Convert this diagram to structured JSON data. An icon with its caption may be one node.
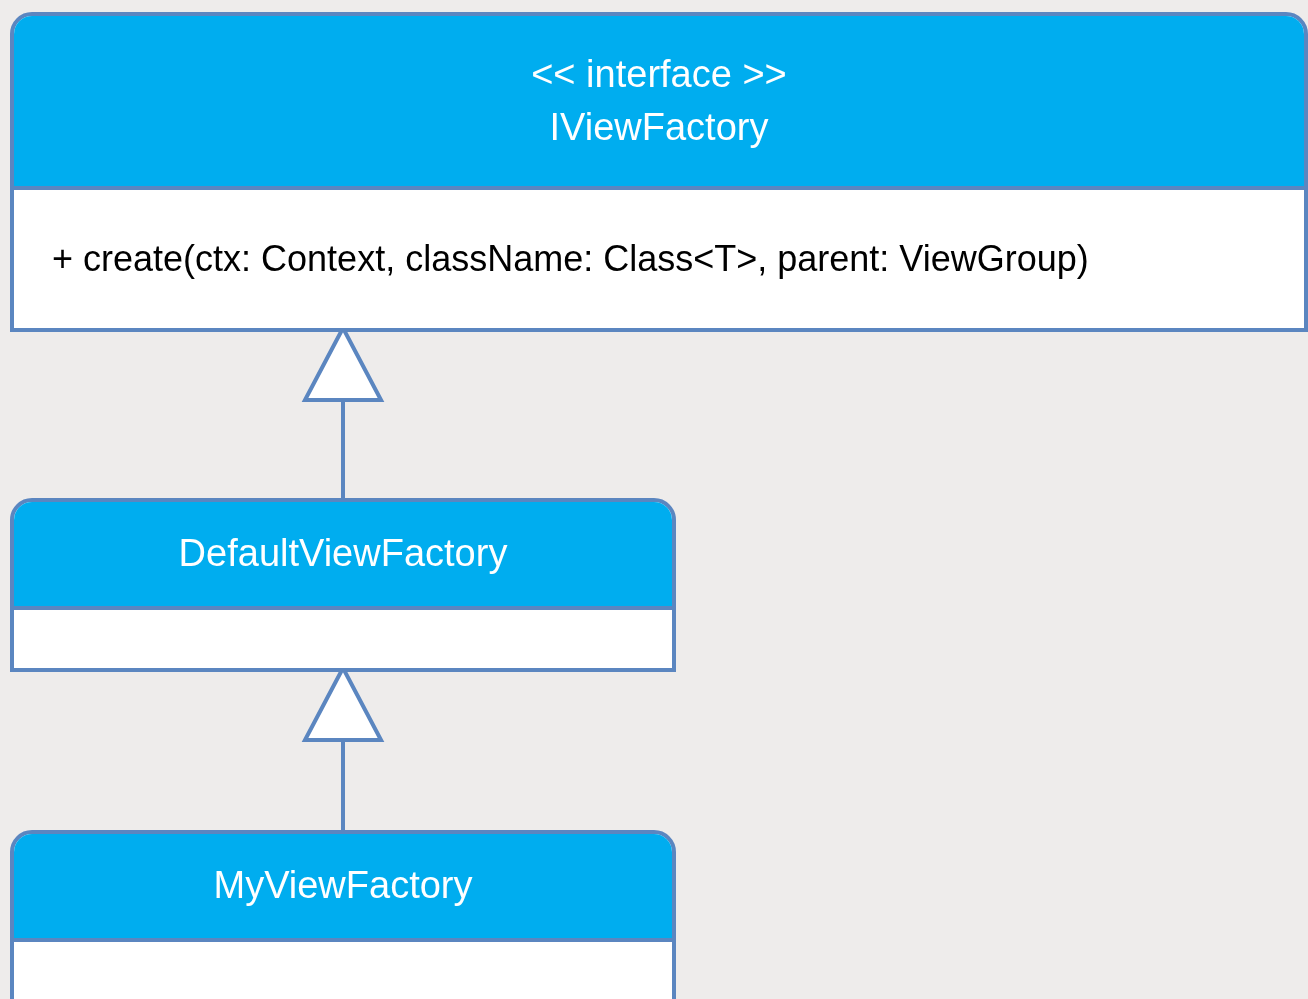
{
  "diagram": {
    "nodes": [
      {
        "text": [
          "<< interface >>",
          "IViewFactory",
          "+ create(ctx: Context, className: Class<T>, parent: ViewGroup)"
        ]
      },
      {
        "text": [
          "DefaultViewFactory"
        ]
      },
      {
        "text": [
          "MyViewFactory"
        ]
      }
    ],
    "edges": [
      {
        "from": 1,
        "to": 0,
        "arrow": "to"
      },
      {
        "from": 2,
        "to": 1,
        "arrow": "to"
      }
    ]
  }
}
